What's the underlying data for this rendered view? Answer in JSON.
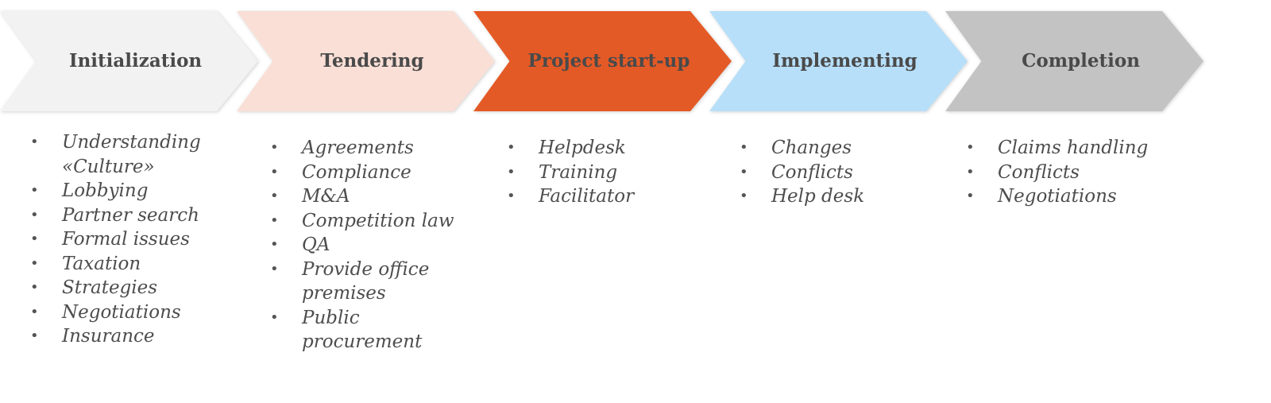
{
  "stages": [
    {
      "label": "Initialization",
      "color": "#f2f2f2",
      "text_color": "#4a4a4a",
      "items": [
        "Understanding «Culture»",
        "Lobbying",
        "Partner search",
        "Formal issues",
        "Taxation",
        "Strategies",
        "Negotiations",
        "Insurance"
      ]
    },
    {
      "label": "Tendering",
      "color": "#fadfd6",
      "text_color": "#4a4a4a",
      "items": [
        "Agreements",
        "Compliance",
        "M&A",
        "Competition law",
        "QA",
        "Provide office premises",
        "Public procurement"
      ]
    },
    {
      "label": "Project start-up",
      "color": "#e45a26",
      "text_color": "#4a4a4a",
      "items": [
        "Helpdesk",
        "Training",
        "Facilitator"
      ]
    },
    {
      "label": "Implementing",
      "color": "#b7dff9",
      "text_color": "#4a4a4a",
      "items": [
        "Changes",
        "Conflicts",
        "Help desk"
      ]
    },
    {
      "label": "Completion",
      "color": "#c3c3c3",
      "text_color": "#4a4a4a",
      "items": [
        "Claims handling",
        "Conflicts",
        "Negotiations"
      ]
    }
  ]
}
